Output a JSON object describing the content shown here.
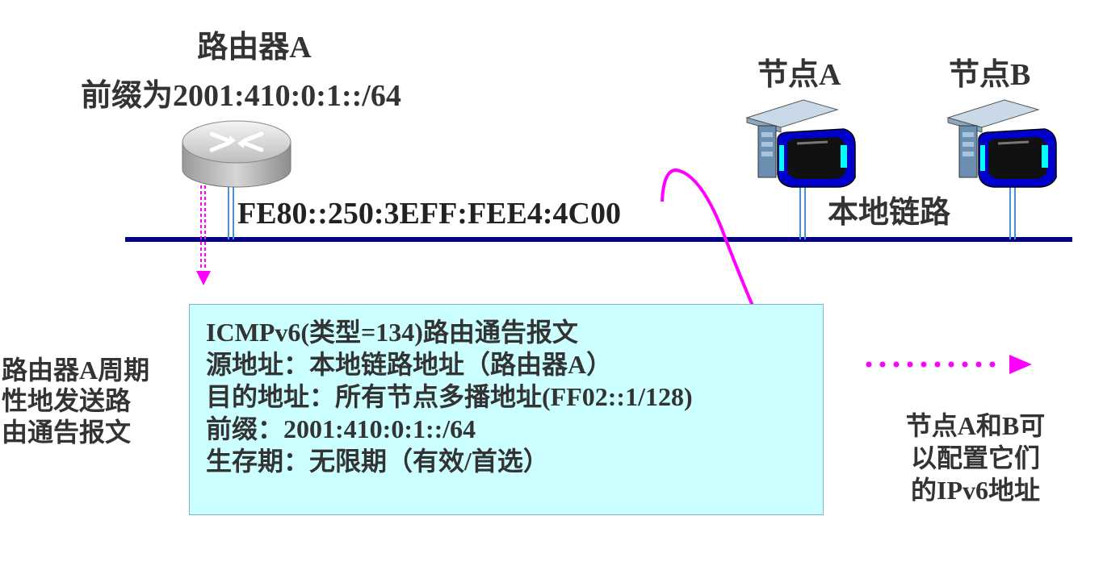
{
  "router": {
    "name": "路由器A",
    "prefix_label": "前缀为2001:410:0:1::/64",
    "link_local_address": "FE80::250:3EFF:FEE4:4C00"
  },
  "nodes": [
    {
      "name": "节点A"
    },
    {
      "name": "节点B"
    }
  ],
  "link": {
    "label": "本地链路",
    "color": "#000080"
  },
  "message": {
    "lines": [
      "ICMPv6(类型=134)路由通告报文",
      "源地址：本地链路地址（路由器A）",
      "目的地址：所有节点多播地址(FF02::1/128)",
      "前缀：2001:410:0:1::/64",
      "生存期：无限期（有效/首选）"
    ],
    "box_color": "#ccffff"
  },
  "notes": {
    "left": [
      "路由器A周期",
      "性地发送路",
      "由通告报文"
    ],
    "right": [
      "节点A和B可",
      "以配置它们",
      "的IPv6地址"
    ]
  },
  "arrow_color": "#ff00ff",
  "icons": [
    "router-icon",
    "computer-icon"
  ]
}
